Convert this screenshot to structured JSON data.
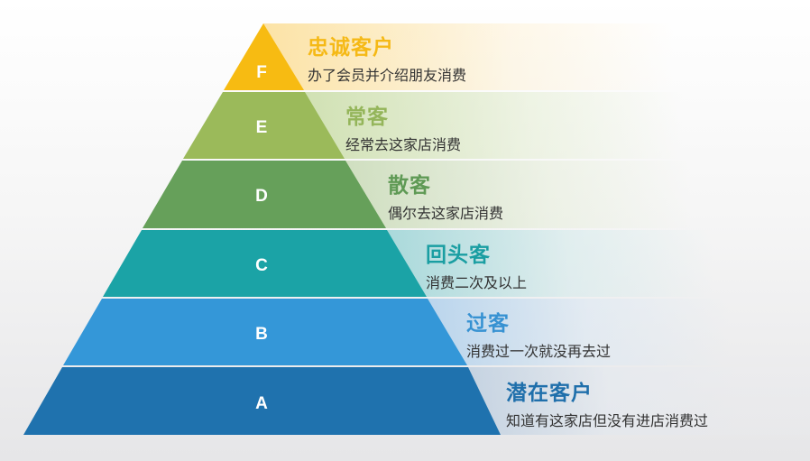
{
  "diagram": {
    "type": "pyramid",
    "tiers": [
      {
        "letter": "F",
        "title": "忠诚客户",
        "desc": "办了会员并介绍朋友消费",
        "color": "#F7BB12",
        "title_color": "#F5B916",
        "band": "#FCE6B0"
      },
      {
        "letter": "E",
        "title": "常客",
        "desc": "经常去这家店消费",
        "color": "#9BBA5A",
        "title_color": "#94B55A",
        "band": "#DCE8C6"
      },
      {
        "letter": "D",
        "title": "散客",
        "desc": "偶尔去这家店消费",
        "color": "#66A05A",
        "title_color": "#5F9A55",
        "band": "#D5E4C8"
      },
      {
        "letter": "C",
        "title": "回头客",
        "desc": "消费二次及以上",
        "color": "#1BA3A6",
        "title_color": "#1A9EA2",
        "band": "#BFE3E4"
      },
      {
        "letter": "B",
        "title": "过客",
        "desc": "消费过一次就没再去过",
        "color": "#3497D8",
        "title_color": "#3792D2",
        "band": "#C9E1F3"
      },
      {
        "letter": "A",
        "title": "潜在客户",
        "desc": "知道有这家店但没有进店消费过",
        "color": "#1F72AE",
        "title_color": "#1F6FAB",
        "band": "#D3DEE8"
      }
    ]
  }
}
